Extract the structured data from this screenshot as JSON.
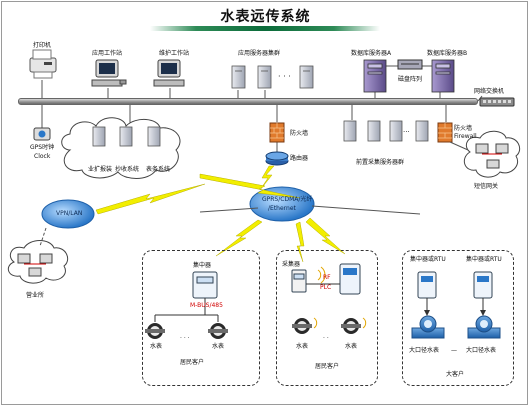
{
  "title": "水表远传系统",
  "labels": {
    "printer": "打印机",
    "app_workstation": "应用工作站",
    "maint_workstation": "维护工作站",
    "app_server_cluster": "应用服务器集群",
    "db_server_a": "数据库服务器A",
    "db_server_b": "数据库服务器B",
    "disk_array": "磁盘阵列",
    "network_switch": "网络交换机",
    "gps_clock_line1": "GPS时钟",
    "gps_clock_line2": "Clock",
    "biz_report": "业扩报装",
    "meter_reading": "抄收系统",
    "meter_mgmt": "表务系统",
    "firewall_1": "防火墙",
    "router": "路由器",
    "front_cluster": "前置采集服务器群",
    "firewall_2_line1": "防火墙",
    "firewall_2_line2": "Firewall",
    "sms_gateway": "短信网关",
    "vpn_lan": "VPN/LAN",
    "business_office": "营业所",
    "gprs_line1": "GPRS/CDMA/光纤",
    "gprs_line2": "/Ethernet",
    "concentrator": "集中器",
    "mbus": "M-BUS/485",
    "water_meter_1": "水表",
    "water_meter_2": "水表",
    "resident_1": "居民客户",
    "collector": "采集器",
    "rf": "RF",
    "plc": "PLC",
    "water_meter_3": "水表",
    "water_meter_4": "水表",
    "resident_2": "居民客户",
    "conc_rtu_1": "集中器或RTU",
    "conc_rtu_2": "集中器或RTU",
    "big_meter_1": "大口径水表",
    "dash": "—",
    "big_meter_2": "大口径水表",
    "big_customer": "大客户"
  },
  "colors": {
    "lightning": "#f2ee00",
    "bus": "#8f8f8f",
    "firewall": "#e07a2c",
    "network_cloud": "#3b8fd6",
    "server": "#c8ccd6",
    "db_server": "#7a6aa8",
    "red_text": "#d00000"
  }
}
